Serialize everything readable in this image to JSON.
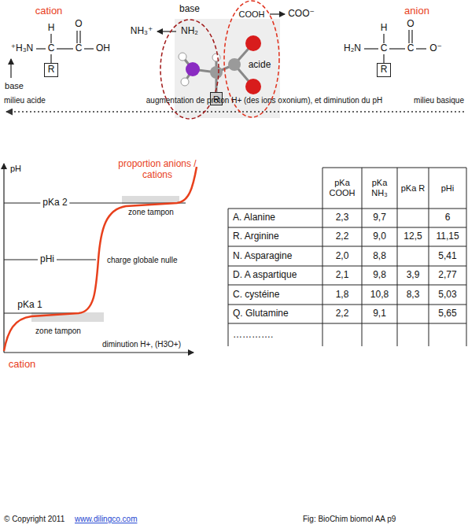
{
  "diagram": {
    "nodes": [
      {
        "text": [
          "base",
          "NH₂"
        ]
      },
      {
        "text": [
          "COOH",
          "acide"
        ]
      },
      {
        "text": [
          "R"
        ]
      },
      {
        "text": [
          "R"
        ]
      },
      {
        "text": [
          "R"
        ]
      }
    ],
    "labels": [
      "cation",
      "⁺H₃N",
      "H",
      "C",
      "O",
      "C",
      "OH",
      "base",
      "NH₃⁺",
      "COO⁻",
      "anion",
      "H₂N",
      "H",
      "C",
      "O",
      "C",
      "O⁻",
      "milieu acide",
      "augmentation de proton H+ (des ions oxonium), et diminution du pH",
      "milieu basique",
      "pH",
      "proportion anions / cations",
      "pKa 2",
      "zone tampon",
      "pHi",
      "charge globale nulle",
      "pKa 1",
      "zone tampon",
      "diminution H+, (H3O+)",
      "cation",
      "pKa COOH",
      "pKa NH₃",
      "pKa R",
      "pHi",
      "A. Alanine",
      "2,3",
      "9,7",
      "6",
      "R. Arginine",
      "2,2",
      "9,0",
      "12,5",
      "11,15",
      "N. Asparagine",
      "2,0",
      "8,8",
      "5,41",
      "D. A aspartique",
      "2,1",
      "9,8",
      "3,9",
      "2,77",
      "C. cystéine",
      "1,8",
      "10,8",
      "8,3",
      "5,03",
      "Q. Glutamine",
      "2,2",
      "9,1",
      "5,65",
      "………….",
      "© Copyright 2011",
      "www.dilingco.com",
      "Fig: BioChim biomol AA p9"
    ]
  }
}
